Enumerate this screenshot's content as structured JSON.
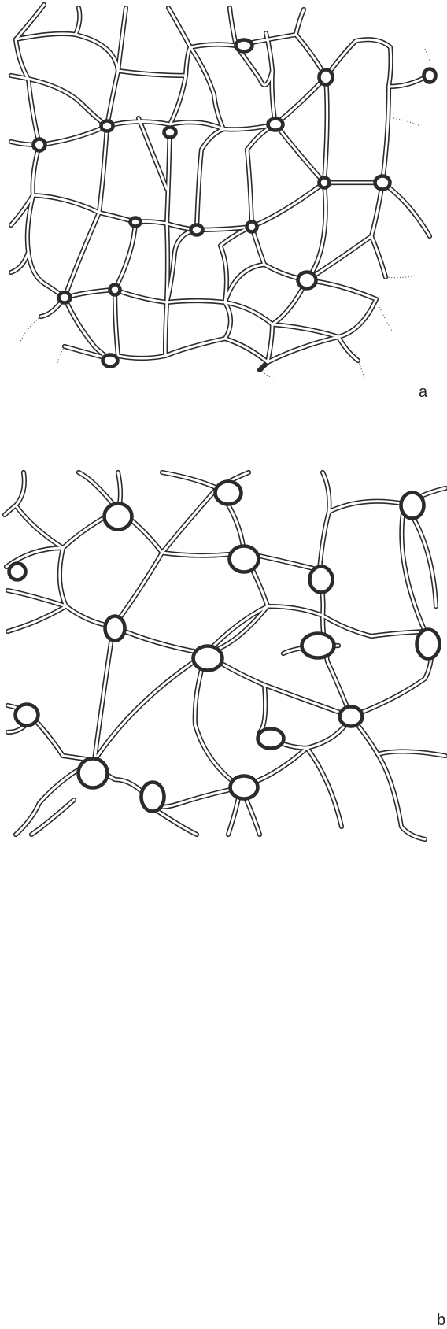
{
  "figure": {
    "panels": [
      {
        "id": "a",
        "label": "a"
      },
      {
        "id": "b",
        "label": "b"
      }
    ]
  }
}
